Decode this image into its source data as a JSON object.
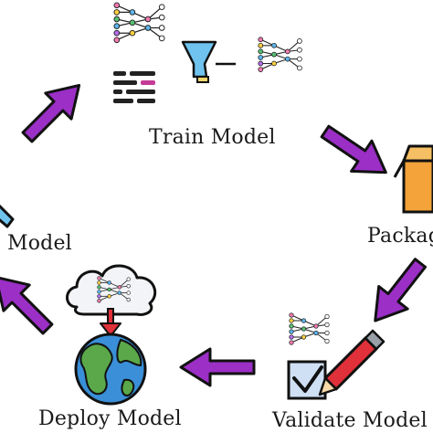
{
  "steps": {
    "train": "Train Model",
    "package": "Package",
    "validate": "Validate Model",
    "deploy": "Deploy Model",
    "monitor": "Model"
  },
  "colors": {
    "arrow": "#9b2fc6",
    "arrow_outline": "#111111",
    "funnel": "#6fc3ee",
    "box": "#f3a33a",
    "cloud": "#f2f4f7",
    "ocean": "#3a8fd8",
    "land": "#5aa84a",
    "pencil": "#e0303a",
    "check_box": "#cfe0f5"
  },
  "icons": [
    "neural-network-icon",
    "funnel-icon",
    "code-lines-icon",
    "box-icon",
    "cloud-icon",
    "globe-icon",
    "pencil-icon",
    "checkbox-icon",
    "download-arrow-icon"
  ]
}
